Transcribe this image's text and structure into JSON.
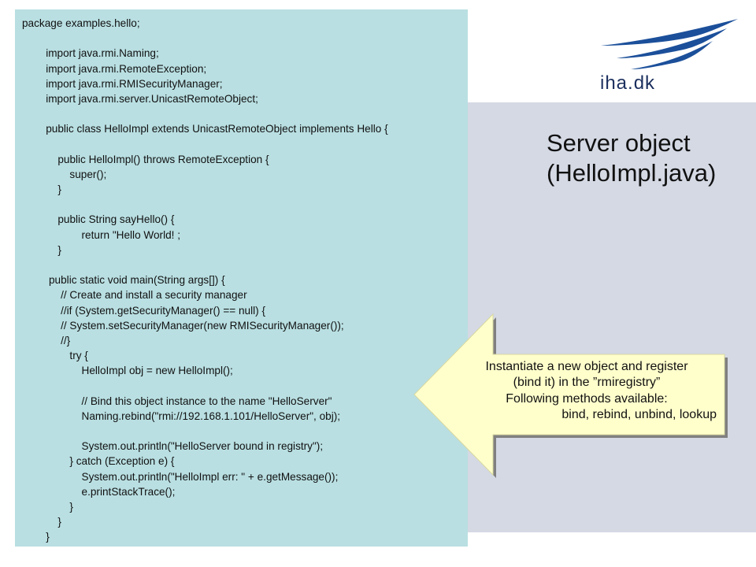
{
  "logo": {
    "text": "iha.dk"
  },
  "title": {
    "line1": "Server object",
    "line2": "(HelloImpl.java)"
  },
  "code": {
    "lines": [
      "package examples.hello;",
      "",
      "        import java.rmi.Naming;",
      "        import java.rmi.RemoteException;",
      "        import java.rmi.RMISecurityManager;",
      "        import java.rmi.server.UnicastRemoteObject;",
      "",
      "        public class HelloImpl extends UnicastRemoteObject implements Hello {",
      "",
      "            public HelloImpl() throws RemoteException {",
      "                super();",
      "            }",
      "",
      "            public String sayHello() {",
      "                    return \"Hello World! ;",
      "            }",
      "",
      "         public static void main(String args[]) {",
      "             // Create and install a security manager",
      "             //if (System.getSecurityManager() == null) {",
      "             // System.setSecurityManager(new RMISecurityManager());",
      "             //}",
      "                try {",
      "                    HelloImpl obj = new HelloImpl();",
      "",
      "                    // Bind this object instance to the name \"HelloServer\"",
      "                    Naming.rebind(\"rmi://192.168.1.101/HelloServer\", obj);",
      "",
      "                    System.out.println(\"HelloServer bound in registry\");",
      "                } catch (Exception e) {",
      "                    System.out.println(\"HelloImpl err: \" + e.getMessage());",
      "                    e.printStackTrace();",
      "                }",
      "            }",
      "        }"
    ]
  },
  "callout": {
    "lines": [
      "Instantiate a new object and register",
      "(bind it) in the ”rmiregistry”",
      "Following methods available:",
      "bind, rebind, unbind, lookup"
    ]
  },
  "colors": {
    "code_background": "#b9dfe2",
    "side_panel": "#d4d9e4",
    "callout_fill": "#ffffcc",
    "logo_blue": "#1b4f9a"
  }
}
